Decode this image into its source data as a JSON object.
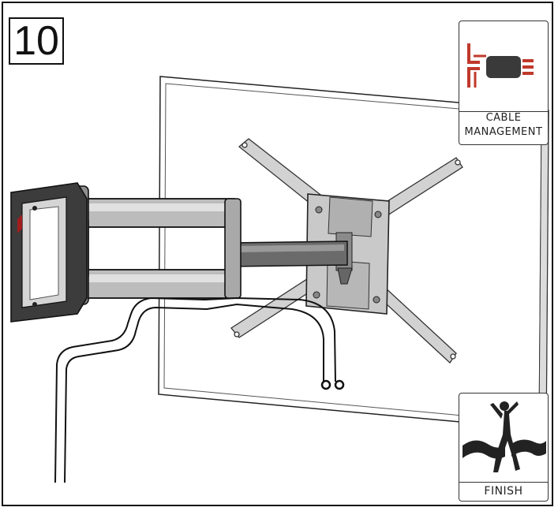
{
  "step": {
    "number": "10"
  },
  "badges": {
    "cable": {
      "line1": "CABLE",
      "line2": "MANAGEMENT",
      "icon": "cable-management-icon",
      "accent": "#c0392b"
    },
    "finish": {
      "label": "FINISH",
      "icon": "finish-runner-icon"
    }
  },
  "colors": {
    "line": "#111111",
    "mount_metal": "#b5b5b5",
    "mount_dark": "#4a4a4a",
    "tv_panel": "#ffffff",
    "wall_shade": "#efefef"
  }
}
